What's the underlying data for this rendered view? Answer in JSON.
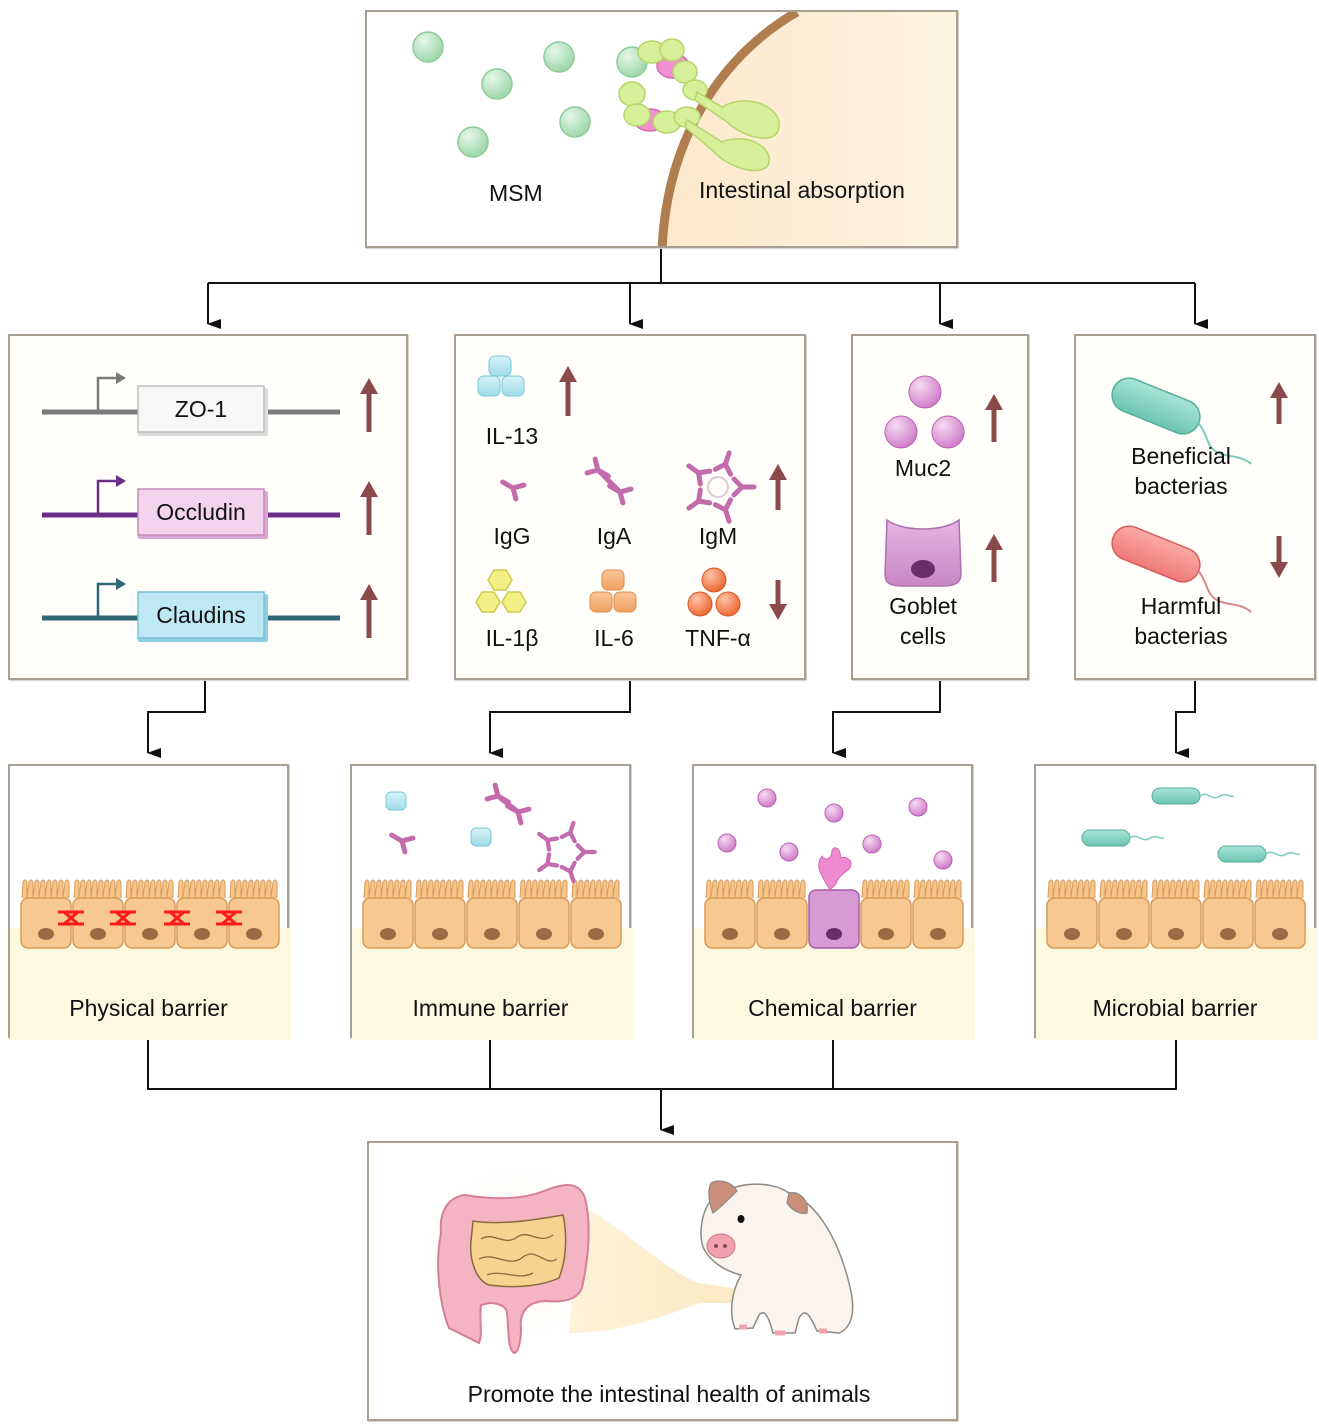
{
  "colors": {
    "arrow_up_down": "#8b4a4a",
    "connector": "#111111",
    "box_border": "#a89e92",
    "barrier_bg": "#fdf9e1",
    "cell_fill": "#f5c58a",
    "cell_nucleus": "#9b6a44",
    "msm_particle": "#b9e4c0",
    "transporter": "#d8ef9a",
    "membrane": "#b07d4f"
  },
  "top_panel": {
    "msm_label": "MSM",
    "absorption_label": "Intestinal absorption"
  },
  "tight_junction_panel": {
    "genes": [
      {
        "label": "ZO-1",
        "trend": "up",
        "color": "#7b7b7b",
        "box_color": "#f4f4f4"
      },
      {
        "label": "Occludin",
        "trend": "up",
        "color": "#6a2e86",
        "box_color": "#f3d3ee"
      },
      {
        "label": "Claudins",
        "trend": "up",
        "color": "#2f6678",
        "box_color": "#bfe8f5"
      }
    ]
  },
  "immune_panel": {
    "groups": [
      {
        "labels": [
          "IL-13"
        ],
        "trend": "up"
      },
      {
        "labels": [
          "IgG",
          "IgA",
          "IgM"
        ],
        "trend": "up"
      },
      {
        "labels": [
          "IL-1β",
          "IL-6",
          "TNF-α"
        ],
        "trend": "down"
      }
    ]
  },
  "mucus_panel": {
    "items": [
      {
        "label": "Muc2",
        "trend": "up"
      },
      {
        "label": "Goblet\ncells",
        "trend": "up"
      }
    ]
  },
  "bacteria_panel": {
    "items": [
      {
        "label": "Beneficial\nbacterias",
        "trend": "up"
      },
      {
        "label": "Harmful\nbacterias",
        "trend": "down"
      }
    ]
  },
  "barriers": [
    {
      "label": "Physical barrier"
    },
    {
      "label": "Immune barrier"
    },
    {
      "label": "Chemical barrier"
    },
    {
      "label": "Microbial barrier"
    }
  ],
  "outcome": {
    "label": "Promote the intestinal health of animals"
  }
}
